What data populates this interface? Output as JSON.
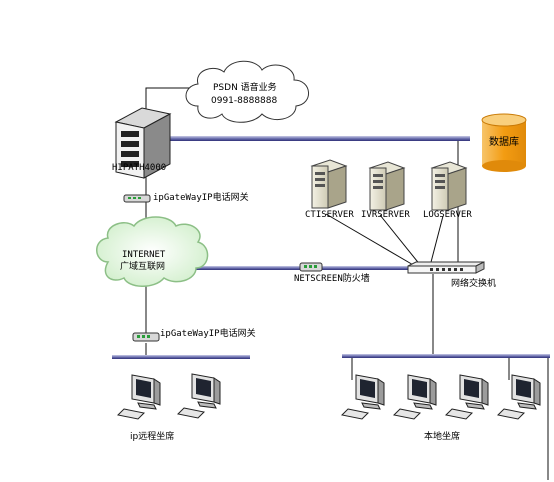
{
  "diagram": {
    "psdn_cloud": {
      "line1": "PSDN 语音业务",
      "line2": "0991-8888888"
    },
    "pbx_label": "HIPATH4000",
    "database_label": "数据库",
    "servers": [
      {
        "label": "CTISERVER"
      },
      {
        "label": "IVRSERVER"
      },
      {
        "label": "LOGSERVER"
      }
    ],
    "gateway_top_label": "ipGateWayIP电话网关",
    "internet_cloud": {
      "line1": "INTERNET",
      "line2": "广域互联网"
    },
    "firewall_label": "NETSCREEN防火墙",
    "switch_label": "网络交换机",
    "gateway_bottom_label": "ipGateWayIP电话网关",
    "remote_agents_label": "ip远程坐席",
    "local_agents_label": "本地坐席",
    "colors": {
      "bus": "#3a3d8c",
      "database": "#f5a623",
      "cloud": "#dff3dc"
    }
  }
}
